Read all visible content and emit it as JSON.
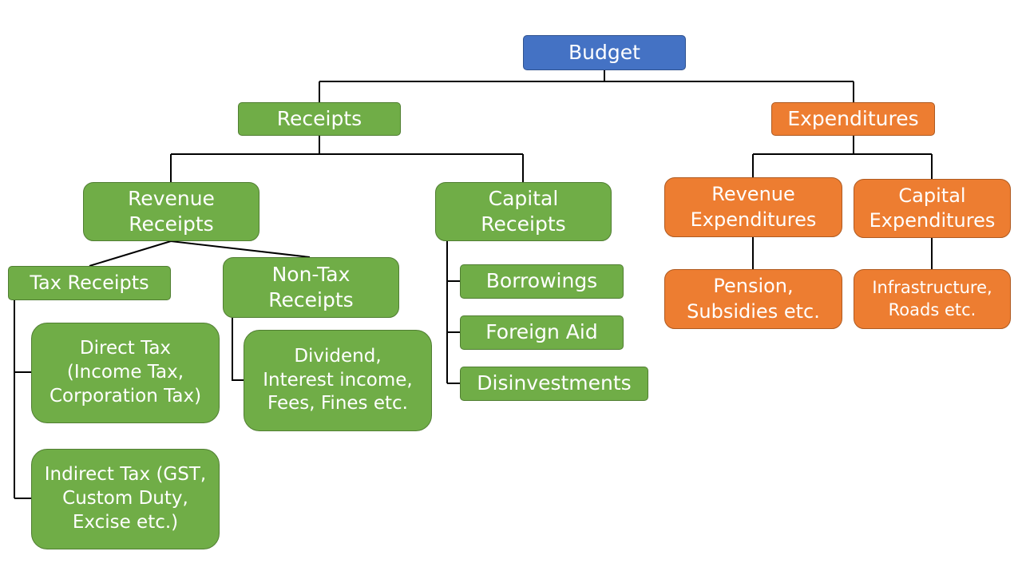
{
  "nodes": {
    "budget": "Budget",
    "receipts": "Receipts",
    "expenditures": "Expenditures",
    "revenue_receipts": "Revenue\nReceipts",
    "capital_receipts": "Capital\nReceipts",
    "tax_receipts": "Tax Receipts",
    "non_tax_receipts": "Non-Tax\nReceipts",
    "direct_tax": "Direct Tax\n(Income Tax,\nCorporation Tax)",
    "indirect_tax": "Indirect Tax (GST,\nCustom Duty,\nExcise etc.)",
    "dividend": "Dividend,\nInterest income,\nFees, Fines etc.",
    "borrowings": "Borrowings",
    "foreign_aid": "Foreign Aid",
    "disinvestments": "Disinvestments",
    "revenue_expenditures": "Revenue\nExpenditures",
    "capital_expenditures": "Capital\nExpenditures",
    "pension": "Pension,\nSubsidies etc.",
    "infrastructure": "Infrastructure,\nRoads etc."
  },
  "colors": {
    "title_box": "#4472c4",
    "receipts_branch": "#70ad47",
    "expenditures_branch": "#ed7d31",
    "connector": "#000000"
  }
}
